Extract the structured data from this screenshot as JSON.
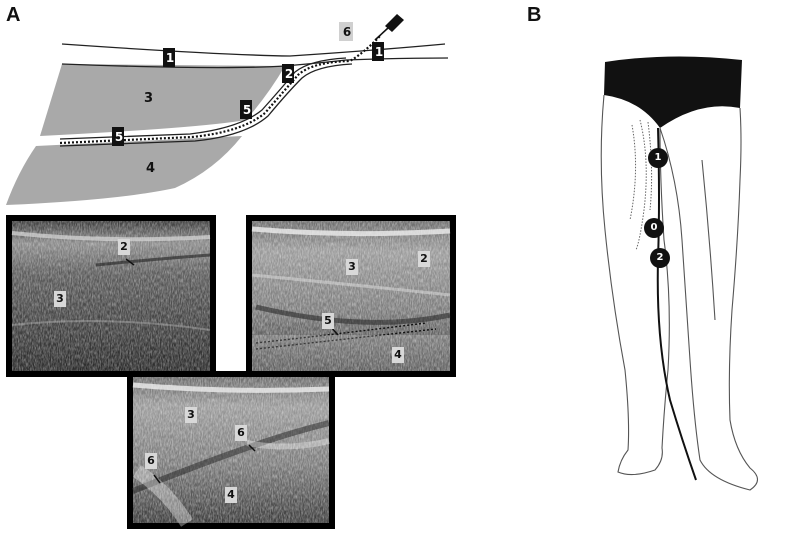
{
  "panels": {
    "a": {
      "letter": "A"
    },
    "b": {
      "letter": "B"
    }
  },
  "schematic": {
    "labels": {
      "l1a": "1",
      "l1b": "1",
      "l2": "2",
      "l3": "3",
      "l4": "4",
      "l5a": "5",
      "l5b": "5",
      "l6": "6"
    },
    "colors": {
      "muscle_fill": "#a9a9a9",
      "marker_fill": "#111111",
      "marker_text": "#ffffff"
    }
  },
  "ultrasound": {
    "img1": {
      "labels": {
        "l2": "2",
        "l3": "3"
      }
    },
    "img2": {
      "labels": {
        "l3": "3",
        "l2": "2",
        "l5": "5",
        "l4": "4"
      }
    },
    "img3": {
      "labels": {
        "l3": "3",
        "l6a": "6",
        "l6b": "6",
        "l4": "4"
      }
    }
  },
  "leg": {
    "markers": {
      "m1": "1",
      "m0": "0",
      "m2": "2"
    },
    "colors": {
      "brief": "#111111",
      "catheter": "#111111",
      "outline": "#555555"
    }
  }
}
